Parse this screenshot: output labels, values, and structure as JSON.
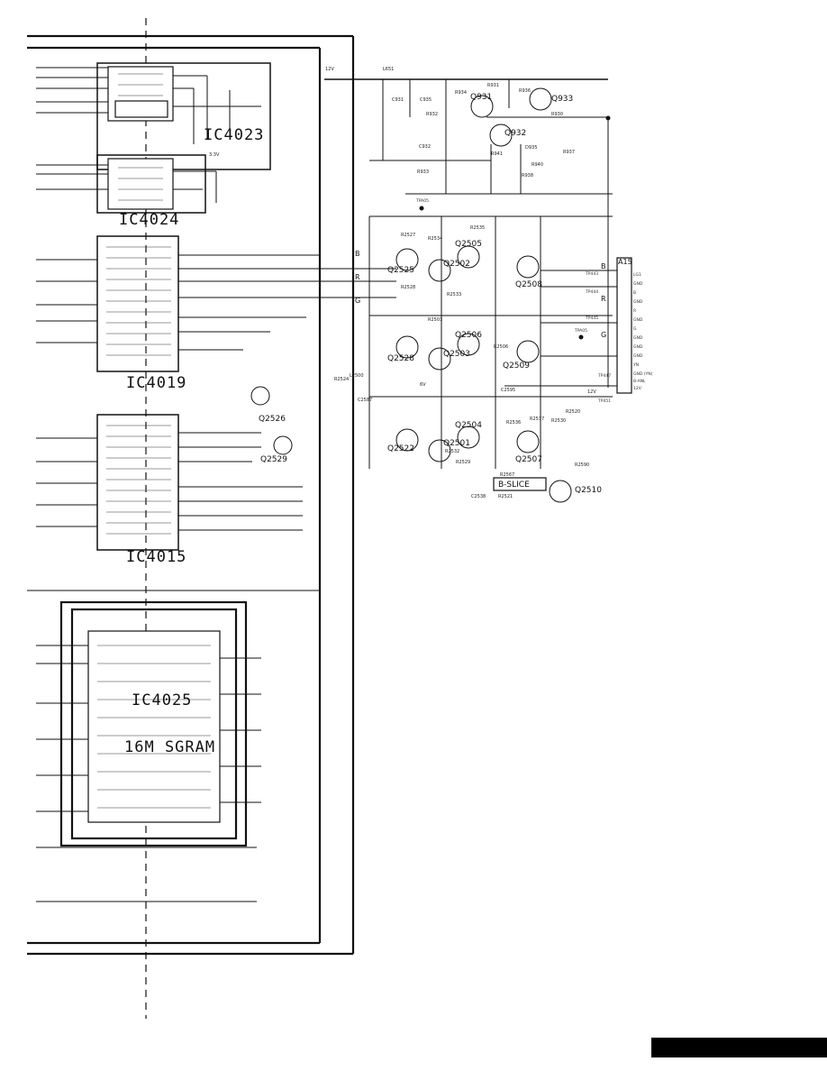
{
  "diagram": {
    "ics": [
      {
        "name": "IC4023"
      },
      {
        "name": "IC4024"
      },
      {
        "name": "IC4019"
      },
      {
        "name": "IC4015"
      },
      {
        "name": "IC4025",
        "subtitle": "16M SGRAM"
      }
    ],
    "transistors": [
      "Q933",
      "Q931",
      "Q932",
      "Q2505",
      "Q2502",
      "Q2525",
      "Q2508",
      "Q2506",
      "Q2503",
      "Q2528",
      "Q2509",
      "Q2504",
      "Q2501",
      "Q2522",
      "Q2507",
      "Q2510",
      "Q2526",
      "Q2529"
    ],
    "connector": {
      "name": "A15",
      "pins": [
        "LG1",
        "GND",
        "B",
        "GND",
        "R",
        "GND",
        "G",
        "GND",
        "GND",
        "GND",
        "YN",
        "GND (YN)",
        "B-ANL",
        "12V"
      ]
    },
    "rails": [
      "12V",
      "3.3V",
      "6V",
      "12V"
    ],
    "test_points": [
      "TPA05",
      "TP443",
      "TP444",
      "TP445",
      "TP447",
      "TP451",
      "TPA05"
    ],
    "notes": {
      "b_slice": "B-SLICE"
    },
    "rgb_labels": [
      "B",
      "R",
      "G",
      "B",
      "R",
      "G"
    ],
    "component_samples": [
      "L651",
      "R931",
      "R934",
      "Q933",
      "R930",
      "R936",
      "C931",
      "C935",
      "R932",
      "C932",
      "R933",
      "D935",
      "R940",
      "R937",
      "R941",
      "R938",
      "R2535",
      "R2534",
      "R2527",
      "R2528",
      "R2533",
      "C2587",
      "L2500",
      "R2524",
      "R2537",
      "C2595",
      "R2506",
      "R2536",
      "R2532",
      "R2530",
      "R2567",
      "R2521",
      "R2520",
      "R2590",
      "C2538",
      "R2529",
      "R2503"
    ]
  }
}
